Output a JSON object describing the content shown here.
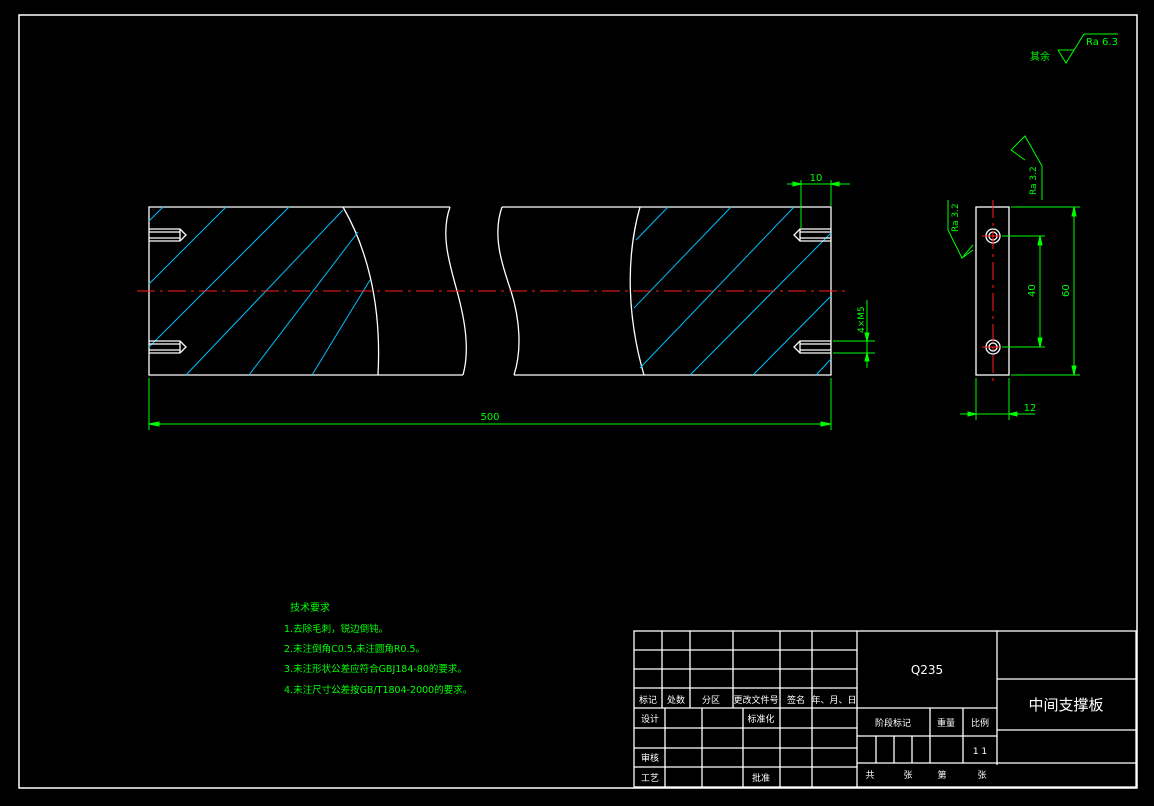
{
  "dimensions": {
    "length": "500",
    "slot_width": "10",
    "thread": "4×M5",
    "hole_spacing": "40",
    "height": "60",
    "thickness": "12"
  },
  "roughness": {
    "general_prefix": "其余",
    "general": "Ra 6.3",
    "side_top": "Ra 3.2",
    "side_left": "Ra 3.2"
  },
  "tech_requirements": {
    "title": "技术要求",
    "items": [
      "1.去除毛刺，锐边倒钝。",
      "2.未注倒角C0.5,未注圆角R0.5。",
      "3.未注形状公差应符合GBJ184-80的要求。",
      "4.未注尺寸公差按GB/T1804-2000的要求。"
    ]
  },
  "title_block": {
    "material": "Q235",
    "part_name": "中间支撑板",
    "rev_headers": [
      "标记",
      "处数",
      "分区",
      "更改文件号",
      "签名",
      "年、月、日"
    ],
    "design": "设计",
    "standardize": "标准化",
    "review": "审核",
    "process": "工艺",
    "approve": "批准",
    "stage_mark": "阶段标记",
    "weight": "重量",
    "scale": "比例",
    "scale_value": "1 1",
    "total": "共",
    "sheets": "张",
    "page": "第",
    "sheet2": "张"
  }
}
